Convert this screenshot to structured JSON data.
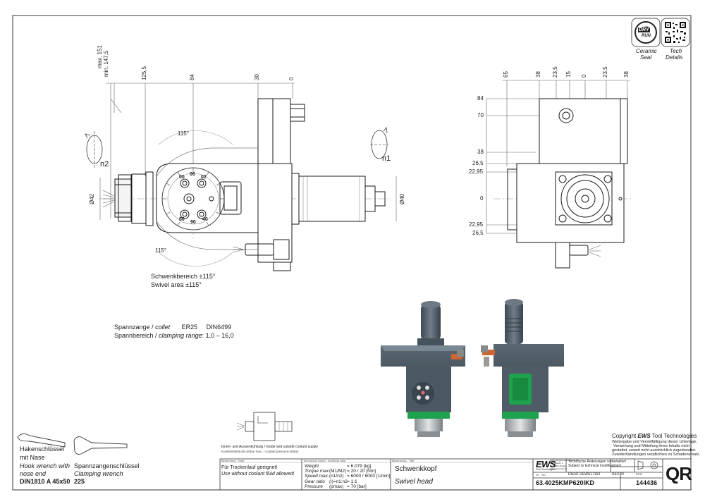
{
  "dims_left_vertical": [
    "max. 151",
    "min. 147,5",
    "125,5",
    "84",
    "30",
    "0"
  ],
  "dims_left_misc": {
    "angle_top": "115°",
    "angle_bottom": "115°",
    "dia_left": "Ø42",
    "dia_right": "Ø40",
    "n2": "n2",
    "n1": "n1"
  },
  "dims_right_top": [
    "65",
    "38",
    "23,5",
    "15",
    "0",
    "23,5",
    "38"
  ],
  "dims_right_left": [
    "84",
    "70",
    "38",
    "26,5",
    "22,95",
    "0",
    "22,95",
    "26,5"
  ],
  "scale_labels": [
    "06",
    "02",
    "00",
    "40",
    "60",
    "90"
  ],
  "swivel": {
    "de": "Schwenkbereich ±115°",
    "en": "Swivel area ±115°"
  },
  "collet": {
    "de_label": "Spannzange / ",
    "en_label": "collet",
    "value": "ER25",
    "standard": "DIN6499",
    "range_de": "Spannbereich / ",
    "range_en": "clamping range",
    "range_value": ": 1,0 – 16,0"
  },
  "coolant": {
    "de": "Innen- und Aussenkühlung / inside and outside coolant supply",
    "small": "Kuehlmitteldruck=50bar max. / coolant pressure=50bar"
  },
  "hook_wrench": {
    "de1": "Hakenschlüssel",
    "de2": "mit Nase",
    "en1": "Hook wrench with",
    "en2": "nose end",
    "spec": "DIN1810  A  45x50"
  },
  "clamp_wrench": {
    "de": "Spannzangenschlüssel",
    "en": "Clamping wrench",
    "spec": "225"
  },
  "badges": {
    "dry_top": "DRY",
    "dry_bottom": "RUN",
    "ceramic1": "Ceramic",
    "ceramic2": "Seal",
    "tech1": "Tech",
    "tech2": "Details"
  },
  "copyright": {
    "title_prefix": "Copyright ",
    "brand": "EWS",
    "title_suffix": " Tool Technologies",
    "lines": [
      "Weitergabe und Vervielfältigung dieser Unterlage,",
      "Verwertung und Mitteilung ihres Inhalts nicht",
      "gestattet, soweit nicht ausdrücklich zugestanden.",
      "Zuwiderhandlungen verpflichten zu Schadenersatz."
    ]
  },
  "title_block": {
    "remark_head": "Bemerkung - Note",
    "remark1": "Für Trockenlauf geeignet!",
    "remark2": "Use without coolant fluid allowed!",
    "tech_head": "Technische Daten - technical data",
    "tech_rows": [
      {
        "label": "Weight",
        "sub": "",
        "value": "= 6.079 [kg]"
      },
      {
        "label": "Torque max",
        "sub": "(M1/M2)",
        "value": "= 20 / 20 [Nm]"
      },
      {
        "label": "Speed max.",
        "sub": "(n1/n2)",
        "value": "= 6000 / 6000 [1/min]"
      },
      {
        "label": "Gear ratio",
        "sub": "(i)=n1:n2",
        "value": "= 1:1"
      },
      {
        "label": "Pressure",
        "sub": "(pmax)",
        "value": "= 70 [bar]"
      }
    ],
    "name_head": "Benennung - Title",
    "name_de": "Schwenkkopf",
    "name_en": "Swivel head",
    "logo": "EWS",
    "logo_sub": "Tool Technologies",
    "company_lines": [
      "EWS Weigele GmbH & Co. KG",
      "Maybachstr. 1",
      "D-73084 Uhingen",
      "www.ews-tools.de"
    ],
    "changes1": "Technische Änderungen vorbehalten!",
    "changes2": "Subject to technical modifications!",
    "ident": "IDENT  DEWS17163",
    "rev": "REV.  /0",
    "nr_head": "Nr. - No.",
    "number": "63.4025KMP620IKD",
    "order": "144436",
    "pos_head": "POS",
    "qr": "QR"
  }
}
